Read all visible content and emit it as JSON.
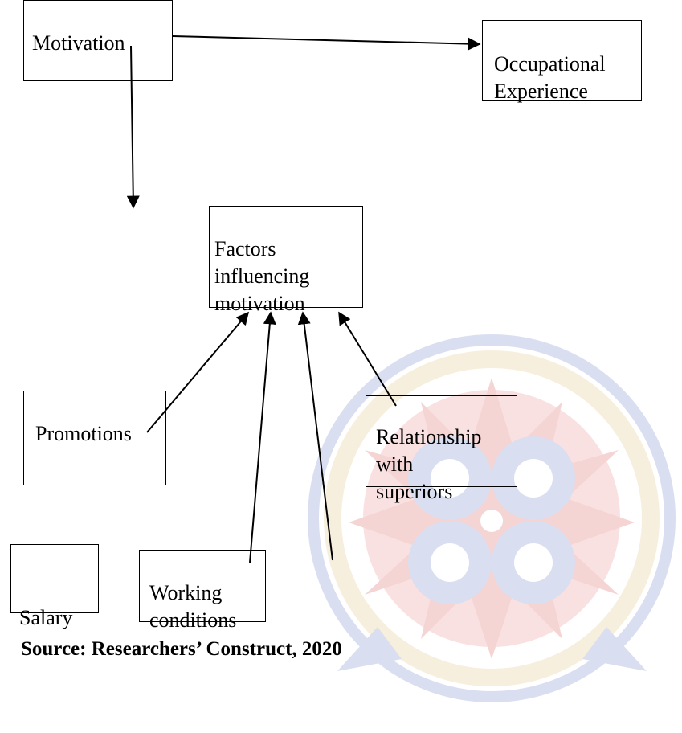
{
  "nodes": {
    "motivation": "Motivation",
    "occupational_experience": "Occupational\nExperience",
    "factors": "Factors\ninfluencing\nmotivation",
    "promotions": "Promotions",
    "relationship": "Relationship\nwith\nsuperiors",
    "salary": "Salary",
    "working_conditions": "Working\nconditions"
  },
  "source": "Source: Researchers’ Construct, 2020",
  "colors": {
    "lines": "#000000",
    "watermark_red": "#e27b7b",
    "watermark_blue": "#8d9ad6",
    "watermark_gold": "#e8cf9a"
  }
}
